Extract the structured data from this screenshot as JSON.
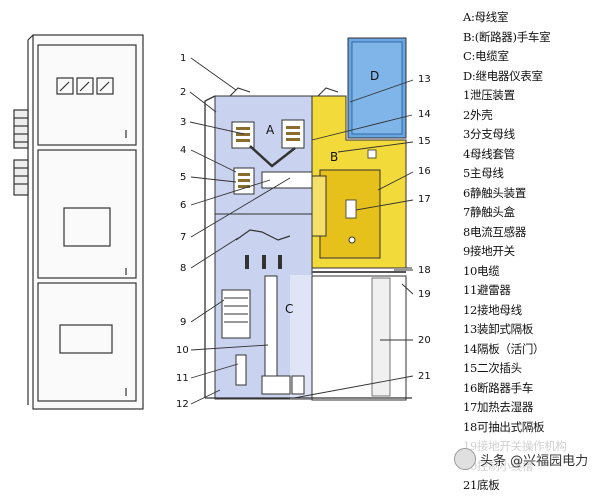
{
  "legend": [
    "A:母线室",
    "B:(断路器)手车室",
    "C:电缆室",
    "D:继电器仪表室",
    "1泄压装置",
    "2外壳",
    "3分支母线",
    "4母线套管",
    "5主母线",
    "6静触头装置",
    "7静触头盒",
    "8电流互感器",
    "9接地开关",
    "10电缆",
    "11避雷器",
    "12接地母线",
    "13装卸式隔板",
    "14隔板（活门）",
    "15二次插头",
    "16断路器手车",
    "17加热去湿器",
    "18可抽出式隔板",
    "19接地开关操作机构",
    "20控制小线槽",
    "21底板"
  ],
  "compartments": {
    "a": "A",
    "b": "B",
    "c": "C",
    "d": "D"
  },
  "callouts": {
    "n1": "1",
    "n2": "2",
    "n3": "3",
    "n4": "4",
    "n5": "5",
    "n6": "6",
    "n7": "7",
    "n8": "8",
    "n9": "9",
    "n10": "10",
    "n11": "11",
    "n12": "12",
    "n13": "13",
    "n14": "14",
    "n15": "15",
    "n16": "16",
    "n17": "17",
    "n18": "18",
    "n19": "19",
    "n20": "20",
    "n21": "21"
  },
  "watermark": {
    "text": "头条 @兴福园电力"
  },
  "colors": {
    "busbar_room": "#c9d3f0",
    "cable_room": "#c9d3f0",
    "breaker_room": "#f2da3a",
    "relay_room": "#6aa6e0"
  }
}
